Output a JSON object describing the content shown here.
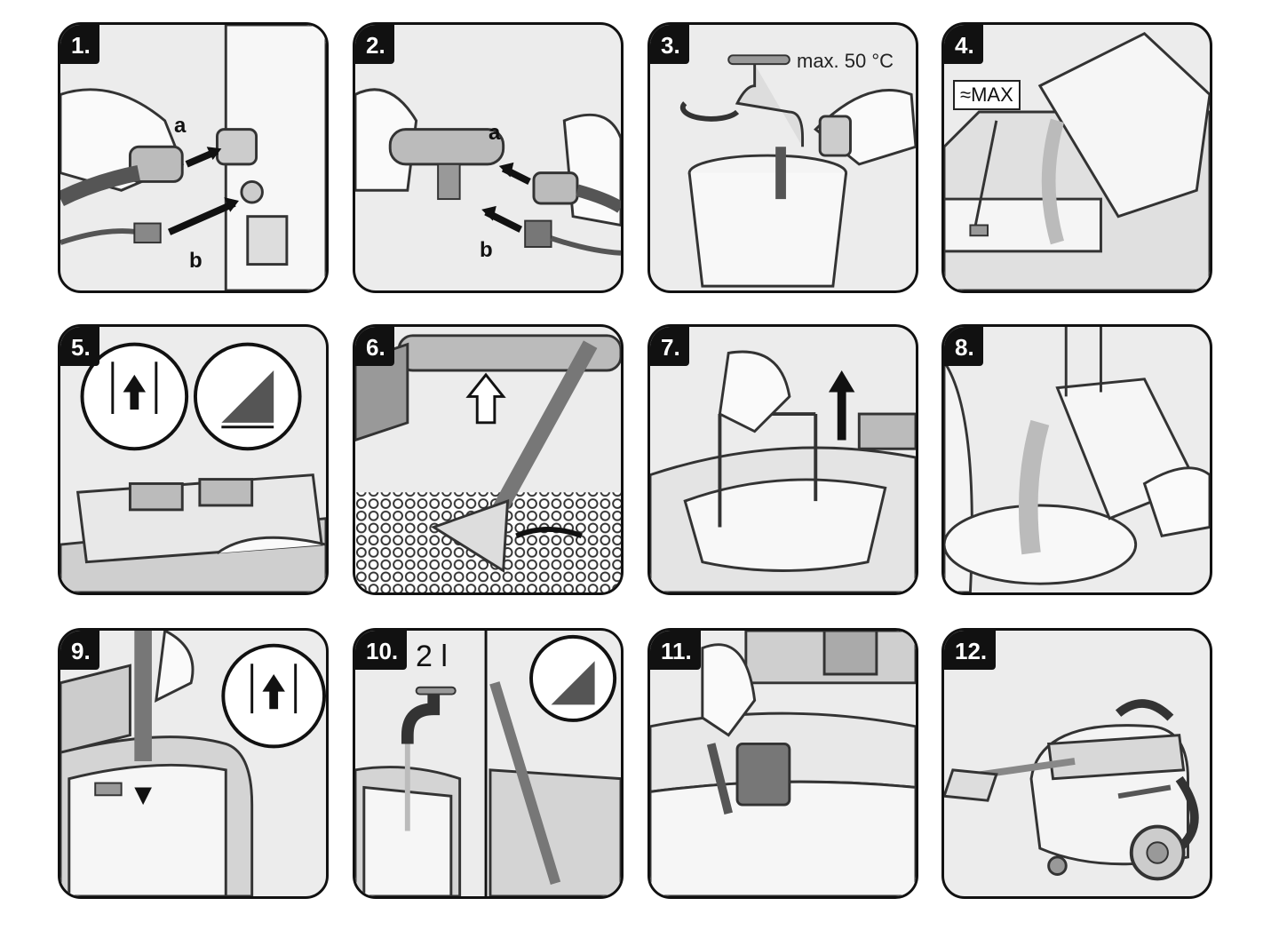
{
  "steps": [
    {
      "num": "1.",
      "labels": {
        "a": "a",
        "b": "b"
      }
    },
    {
      "num": "2.",
      "labels": {
        "a": "a",
        "b": "b"
      }
    },
    {
      "num": "3.",
      "temp": "max. 50 °C"
    },
    {
      "num": "4.",
      "max": "≈MAX"
    },
    {
      "num": "5."
    },
    {
      "num": "6."
    },
    {
      "num": "7."
    },
    {
      "num": "8."
    },
    {
      "num": "9."
    },
    {
      "num": "10.",
      "volume": "2 l"
    },
    {
      "num": "11."
    },
    {
      "num": "12."
    }
  ],
  "colors": {
    "border": "#111111",
    "fill": "#ececec",
    "shade": "#9a9a9a",
    "white": "#ffffff"
  }
}
